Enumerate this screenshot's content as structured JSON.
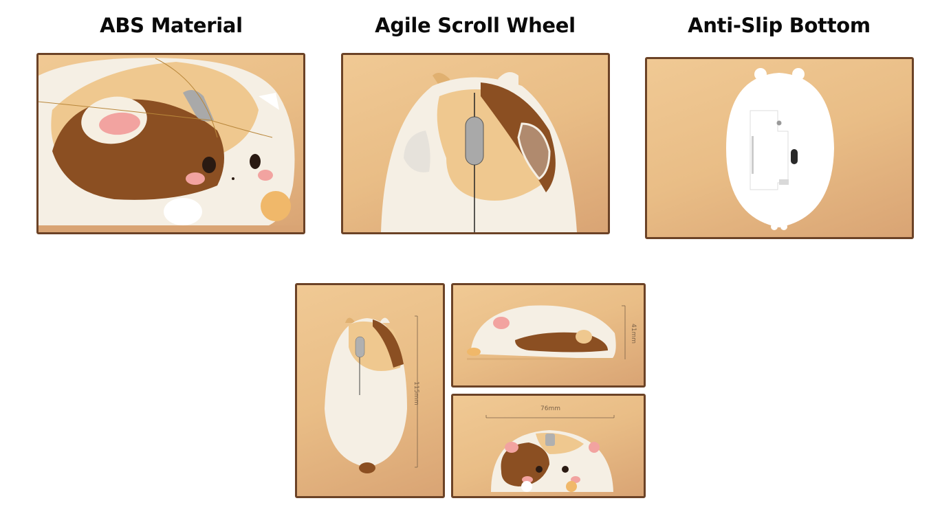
{
  "features": [
    {
      "title": "ABS Material",
      "image_alt": "Calico hamster mouse close-up angled view"
    },
    {
      "title": "Agile Scroll Wheel",
      "image_alt": "Top view of mouse showing scroll wheel"
    },
    {
      "title": "Anti-Slip Bottom",
      "image_alt": "White underside of mouse with sensor"
    }
  ],
  "dimensions": {
    "length": "115mm",
    "height": "41mm",
    "width": "76mm"
  },
  "colors": {
    "frame_border": "#6b4226",
    "background_tan": "#e9bd86",
    "fur_cream": "#f5efe4",
    "fur_orange": "#e8b677",
    "fur_brown": "#8b4f22",
    "ear_pink": "#f2a3a0",
    "scroll_grey": "#b8b8b8"
  }
}
